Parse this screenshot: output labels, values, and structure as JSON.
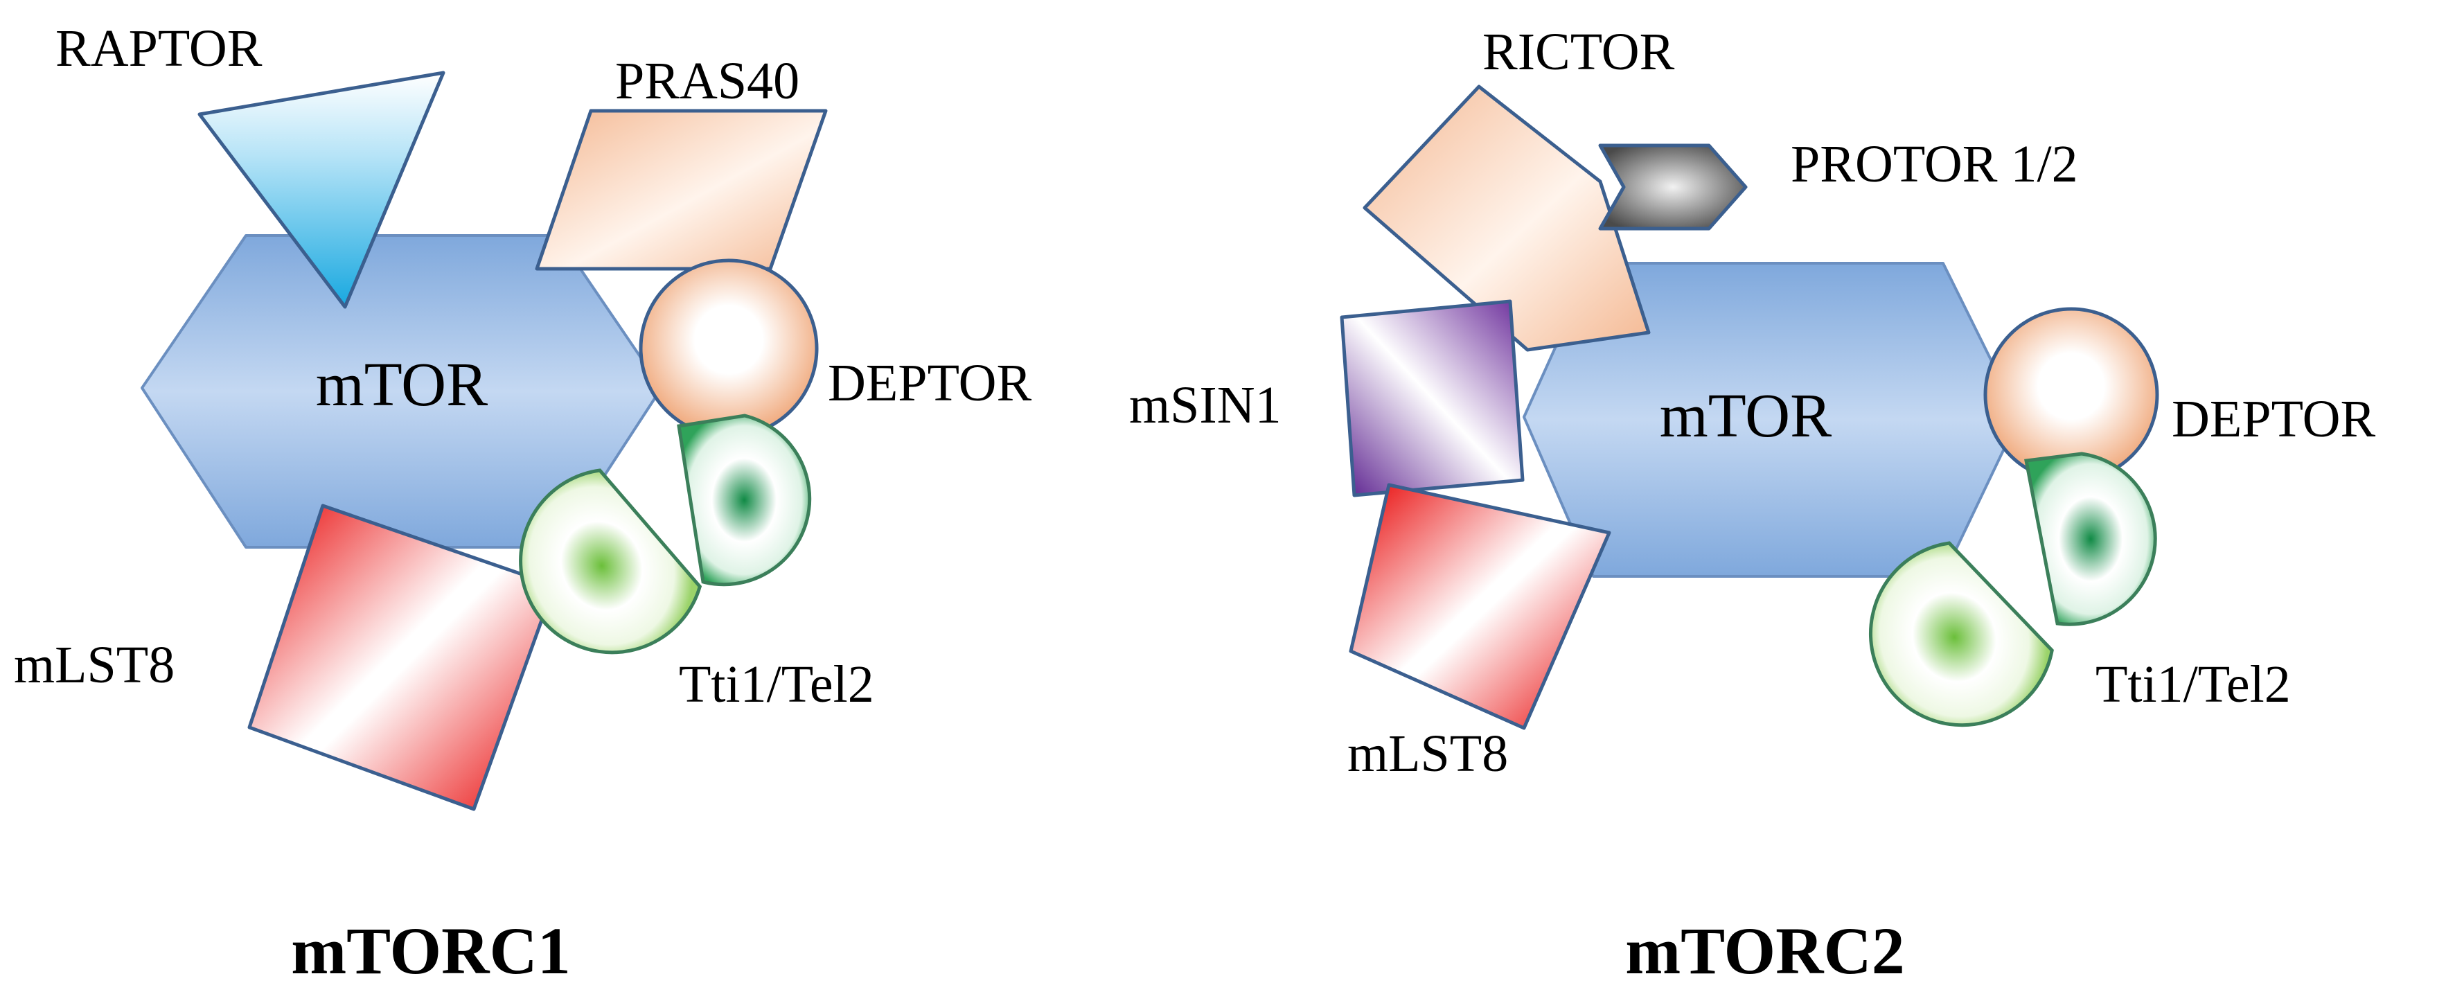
{
  "mtorc1": {
    "caption": "mTORC1",
    "core": "mTOR",
    "raptor": "RAPTOR",
    "pras40": "PRAS40",
    "deptor": "DEPTOR",
    "mlst8": "mLST8",
    "tti1_tel2": "Tti1/Tel2"
  },
  "mtorc2": {
    "caption": "mTORC2",
    "core": "mTOR",
    "rictor": "RICTOR",
    "protor": "PROTOR 1/2",
    "msin1": "mSIN1",
    "deptor": "DEPTOR",
    "mlst8": "mLST8",
    "tti1_tel2": "Tti1/Tel2"
  },
  "colors": {
    "mtor": "#a9c6ea",
    "raptor": "#3fb7e8",
    "peach": "#f2b590",
    "mlst8": "#e50000",
    "tti": "#2fa34f",
    "tti_light": "#8fce5a",
    "protor": "#6e6e6e",
    "msin1": "#6a2c9a",
    "outline": "#3b5f8f"
  },
  "icons": [
    "hexagon",
    "triangle",
    "parallelogram",
    "circle",
    "square",
    "pac-circle",
    "pentagon"
  ]
}
